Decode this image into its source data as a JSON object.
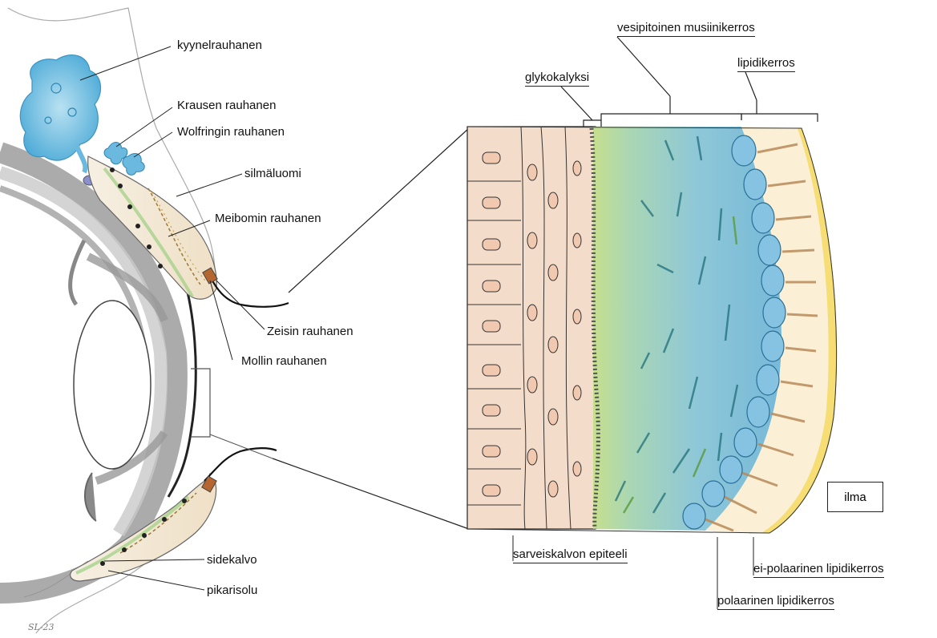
{
  "labels": {
    "kyynelrauhanen": "kyynelrauhanen",
    "krausen": "Krausen rauhanen",
    "wolfringin": "Wolfringin rauhanen",
    "silmaluomi": "silmäluomi",
    "meibomin": "Meibomin  rauhanen",
    "zeisin": "Zeisin rauhanen",
    "mollin": "Mollin  rauhanen",
    "sidekalvo": "sidekalvo",
    "pikarisolu": "pikarisolu",
    "glykokalyksi": "glykokalyksi",
    "vesipitoinen": "vesipitoinen musiinikerros",
    "lipidikerros": "lipidikerros",
    "sarveiskalvon": "sarveiskalvon epiteeli",
    "polaarinen": "polaarinen lipidikerros",
    "ei_polaarinen": "ei-polaarinen lipidikerros",
    "ilma": "ilma"
  },
  "signature": "SL-23",
  "colors": {
    "epithelium": "#f3d9c7",
    "mucin_green": "#b9d98a",
    "aqueous_blue": "#8cc8dc",
    "lipid_cells": "#a9d4e8",
    "lipid_outer": "#f5dd72",
    "lacrimal_gland": "#7cc3e0",
    "lid_skin": "#f3e7d2",
    "sclera_gray": "#9b9b9b"
  }
}
